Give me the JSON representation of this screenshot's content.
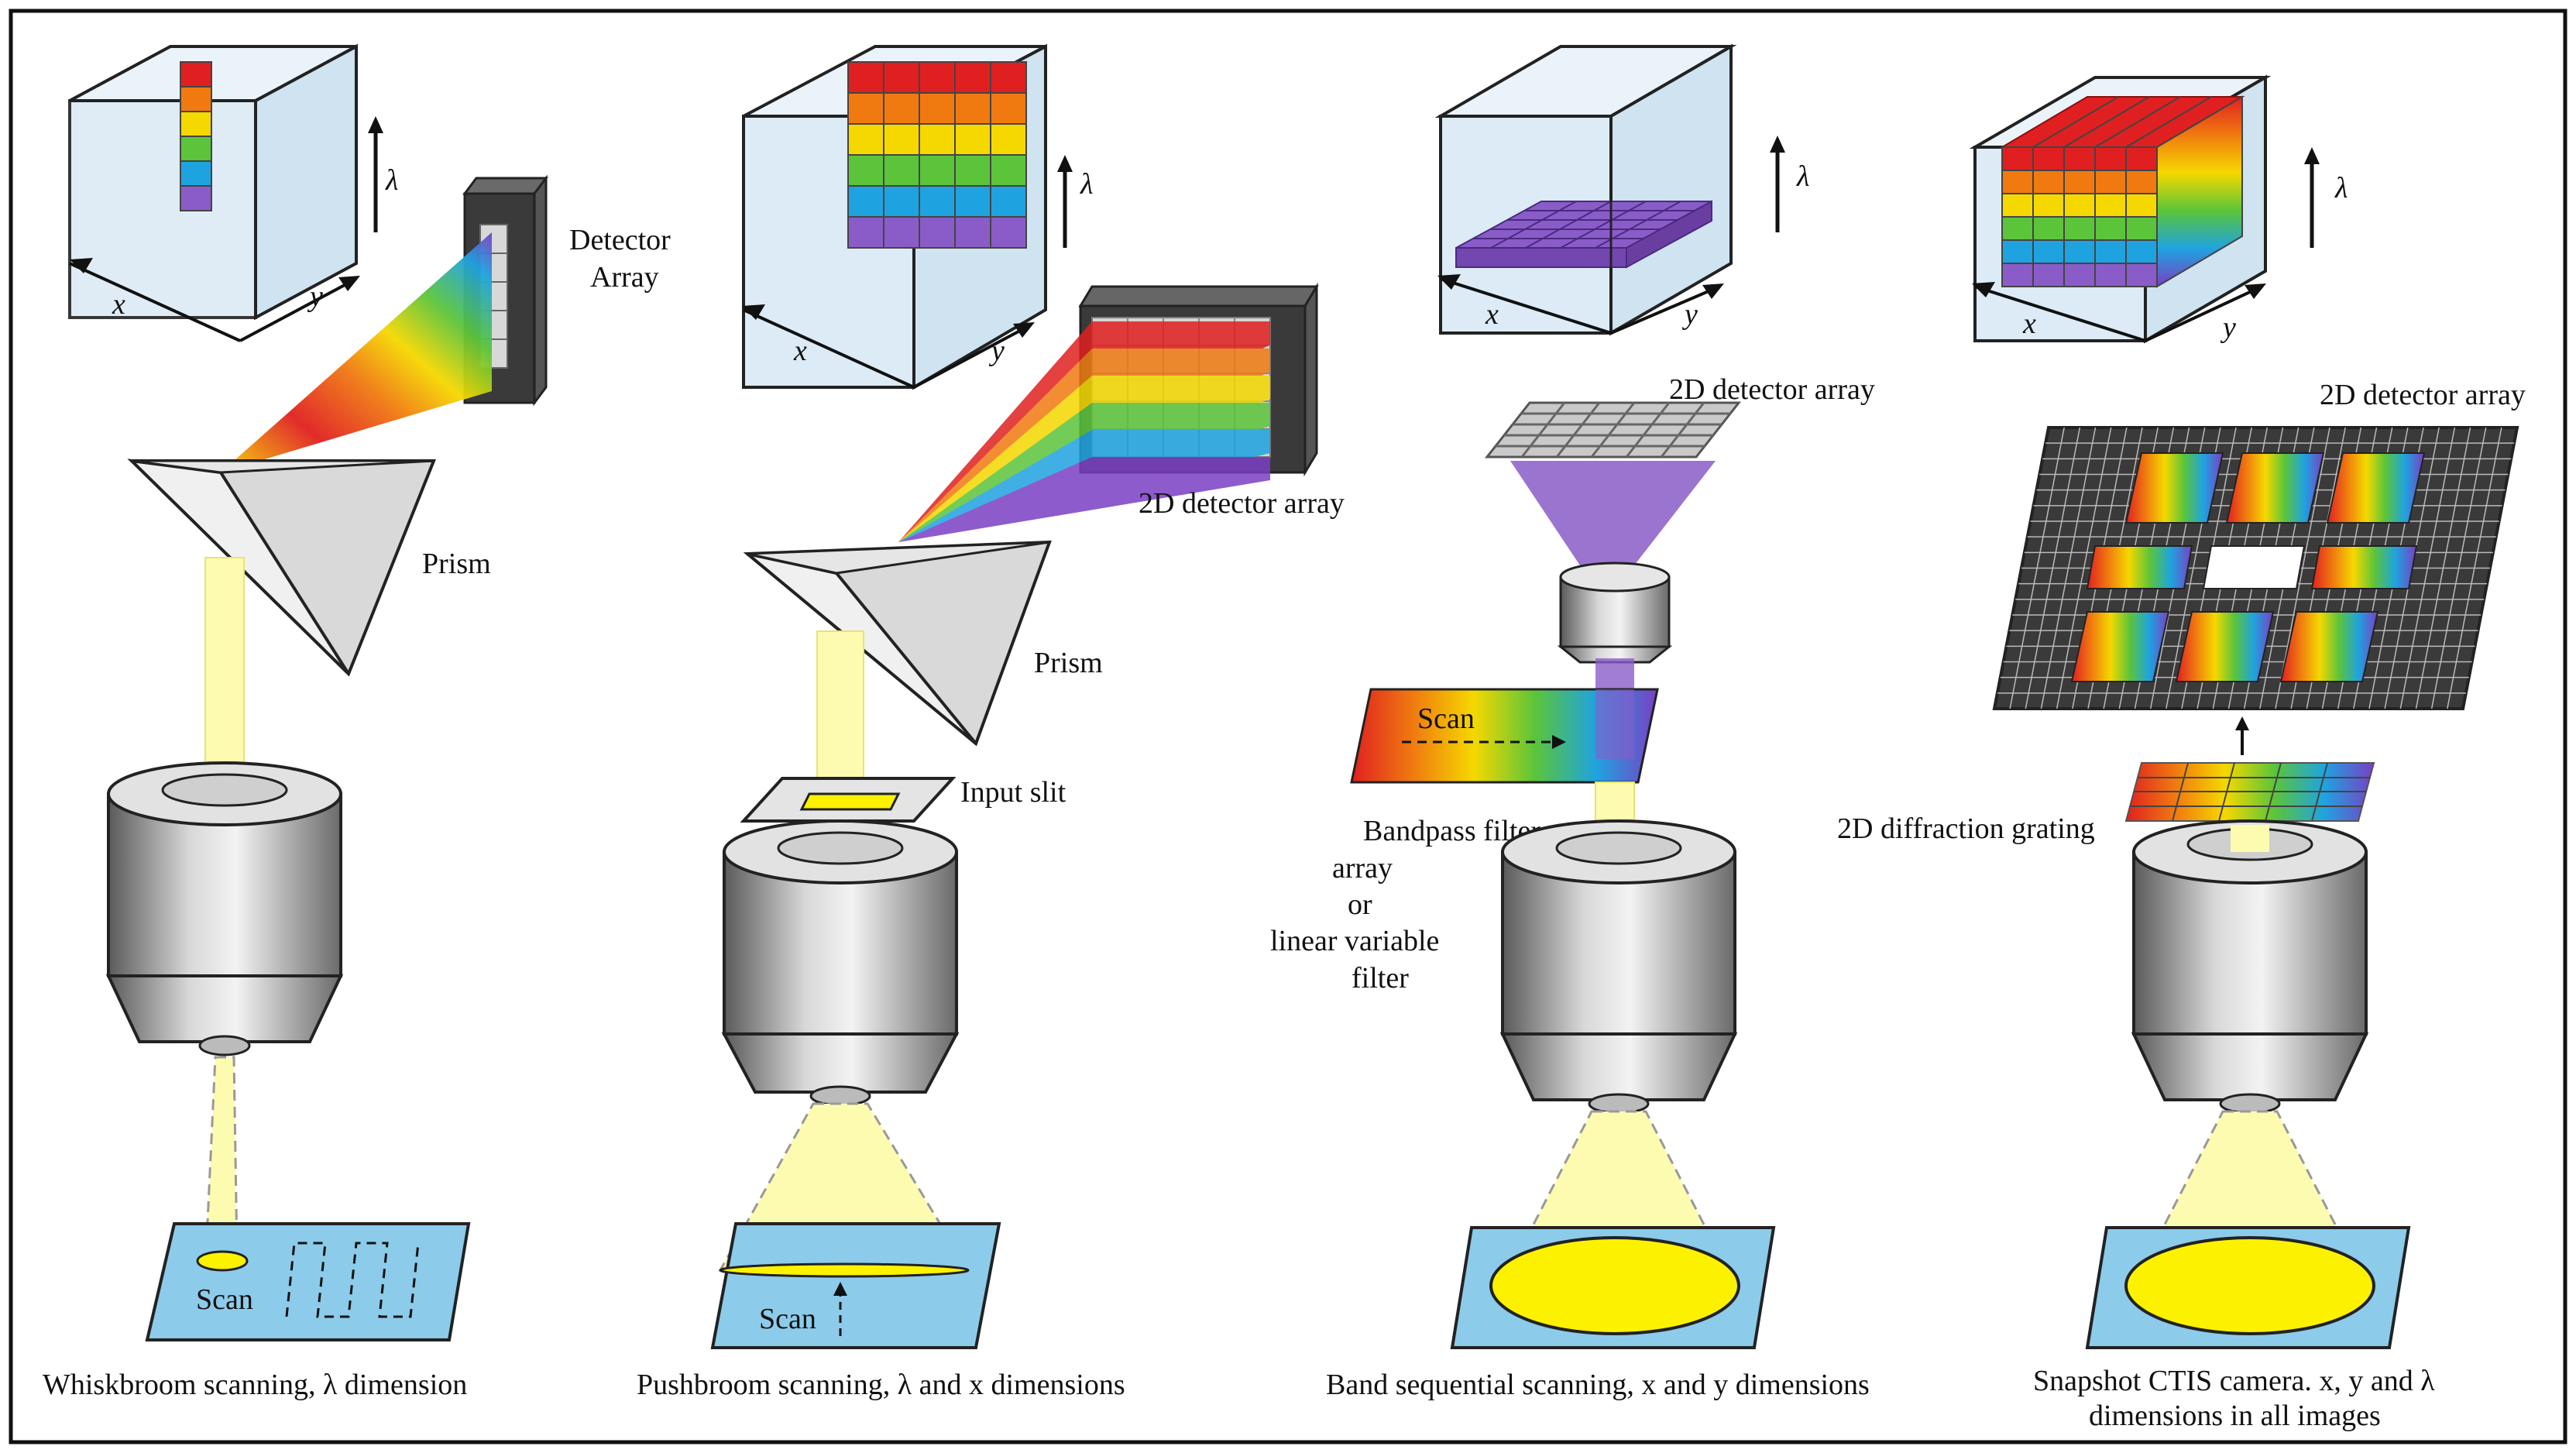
{
  "panels": [
    {
      "id": "whiskbroom",
      "caption": "Whiskbroom scanning, λ dimension",
      "detector_label_1": "Detector",
      "detector_label_2": "Array",
      "prism_label": "Prism",
      "scan_label": "Scan",
      "axis_x": "x",
      "axis_y": "y",
      "axis_lambda": "λ"
    },
    {
      "id": "pushbroom",
      "caption": "Pushbroom scanning, λ and x dimensions",
      "detector_label": "2D detector array",
      "prism_label": "Prism",
      "slit_label": "Input slit",
      "scan_label": "Scan",
      "axis_x": "x",
      "axis_y": "y",
      "axis_lambda": "λ"
    },
    {
      "id": "band-sequential",
      "caption": "Band sequential scanning, x and y dimensions",
      "detector_label": "2D detector array",
      "filter_scan_label": "Scan",
      "filter_label_lines": [
        "Bandpass filter",
        "array",
        "or",
        "linear variable",
        "filter"
      ],
      "axis_x": "x",
      "axis_y": "y",
      "axis_lambda": "λ"
    },
    {
      "id": "snapshot-ctis",
      "caption_line_1": "Snapshot CTIS camera. x, y and λ",
      "caption_line_2": "dimensions in all images",
      "detector_label": "2D detector array",
      "grating_label": "2D diffraction grating",
      "axis_x": "x",
      "axis_y": "y",
      "axis_lambda": "λ"
    }
  ],
  "colors": {
    "frame": "#111111",
    "cube_face": "#dcebf5",
    "stage_blue": "#8ccbea",
    "beam_yellow": "#fdfbb0",
    "spot_yellow": "#fcf200",
    "spectrum": [
      "#e02020",
      "#f07a10",
      "#f5d800",
      "#5bc43a",
      "#1fa3e0",
      "#7a3fc4"
    ],
    "voxel_purple": "#8a5cc8",
    "detector_dark": "#3a3a3a"
  }
}
